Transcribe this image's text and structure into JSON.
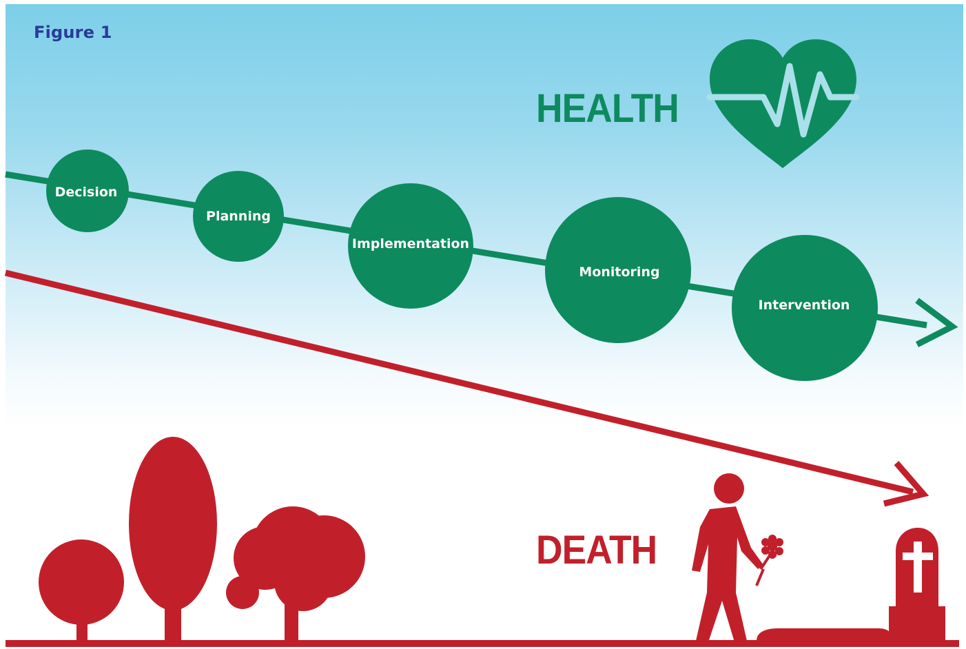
{
  "figure_label": "Figure 1",
  "health_word": "HEALTH",
  "death_word": "DEATH",
  "steps": [
    {
      "label": "Decision"
    },
    {
      "label": "Planning"
    },
    {
      "label": "Implementation"
    },
    {
      "label": "Monitoring"
    },
    {
      "label": "Intervention"
    }
  ],
  "colors": {
    "green": "#0e8a5f",
    "red": "#c1202b",
    "label_blue": "#2a3a97",
    "sky": "#7ccfe8"
  },
  "icons": {
    "heart": "heartbeat-heart-icon",
    "person": "person-with-flower-icon",
    "grave": "gravestone-cross-icon",
    "trees": "tree-icon"
  }
}
